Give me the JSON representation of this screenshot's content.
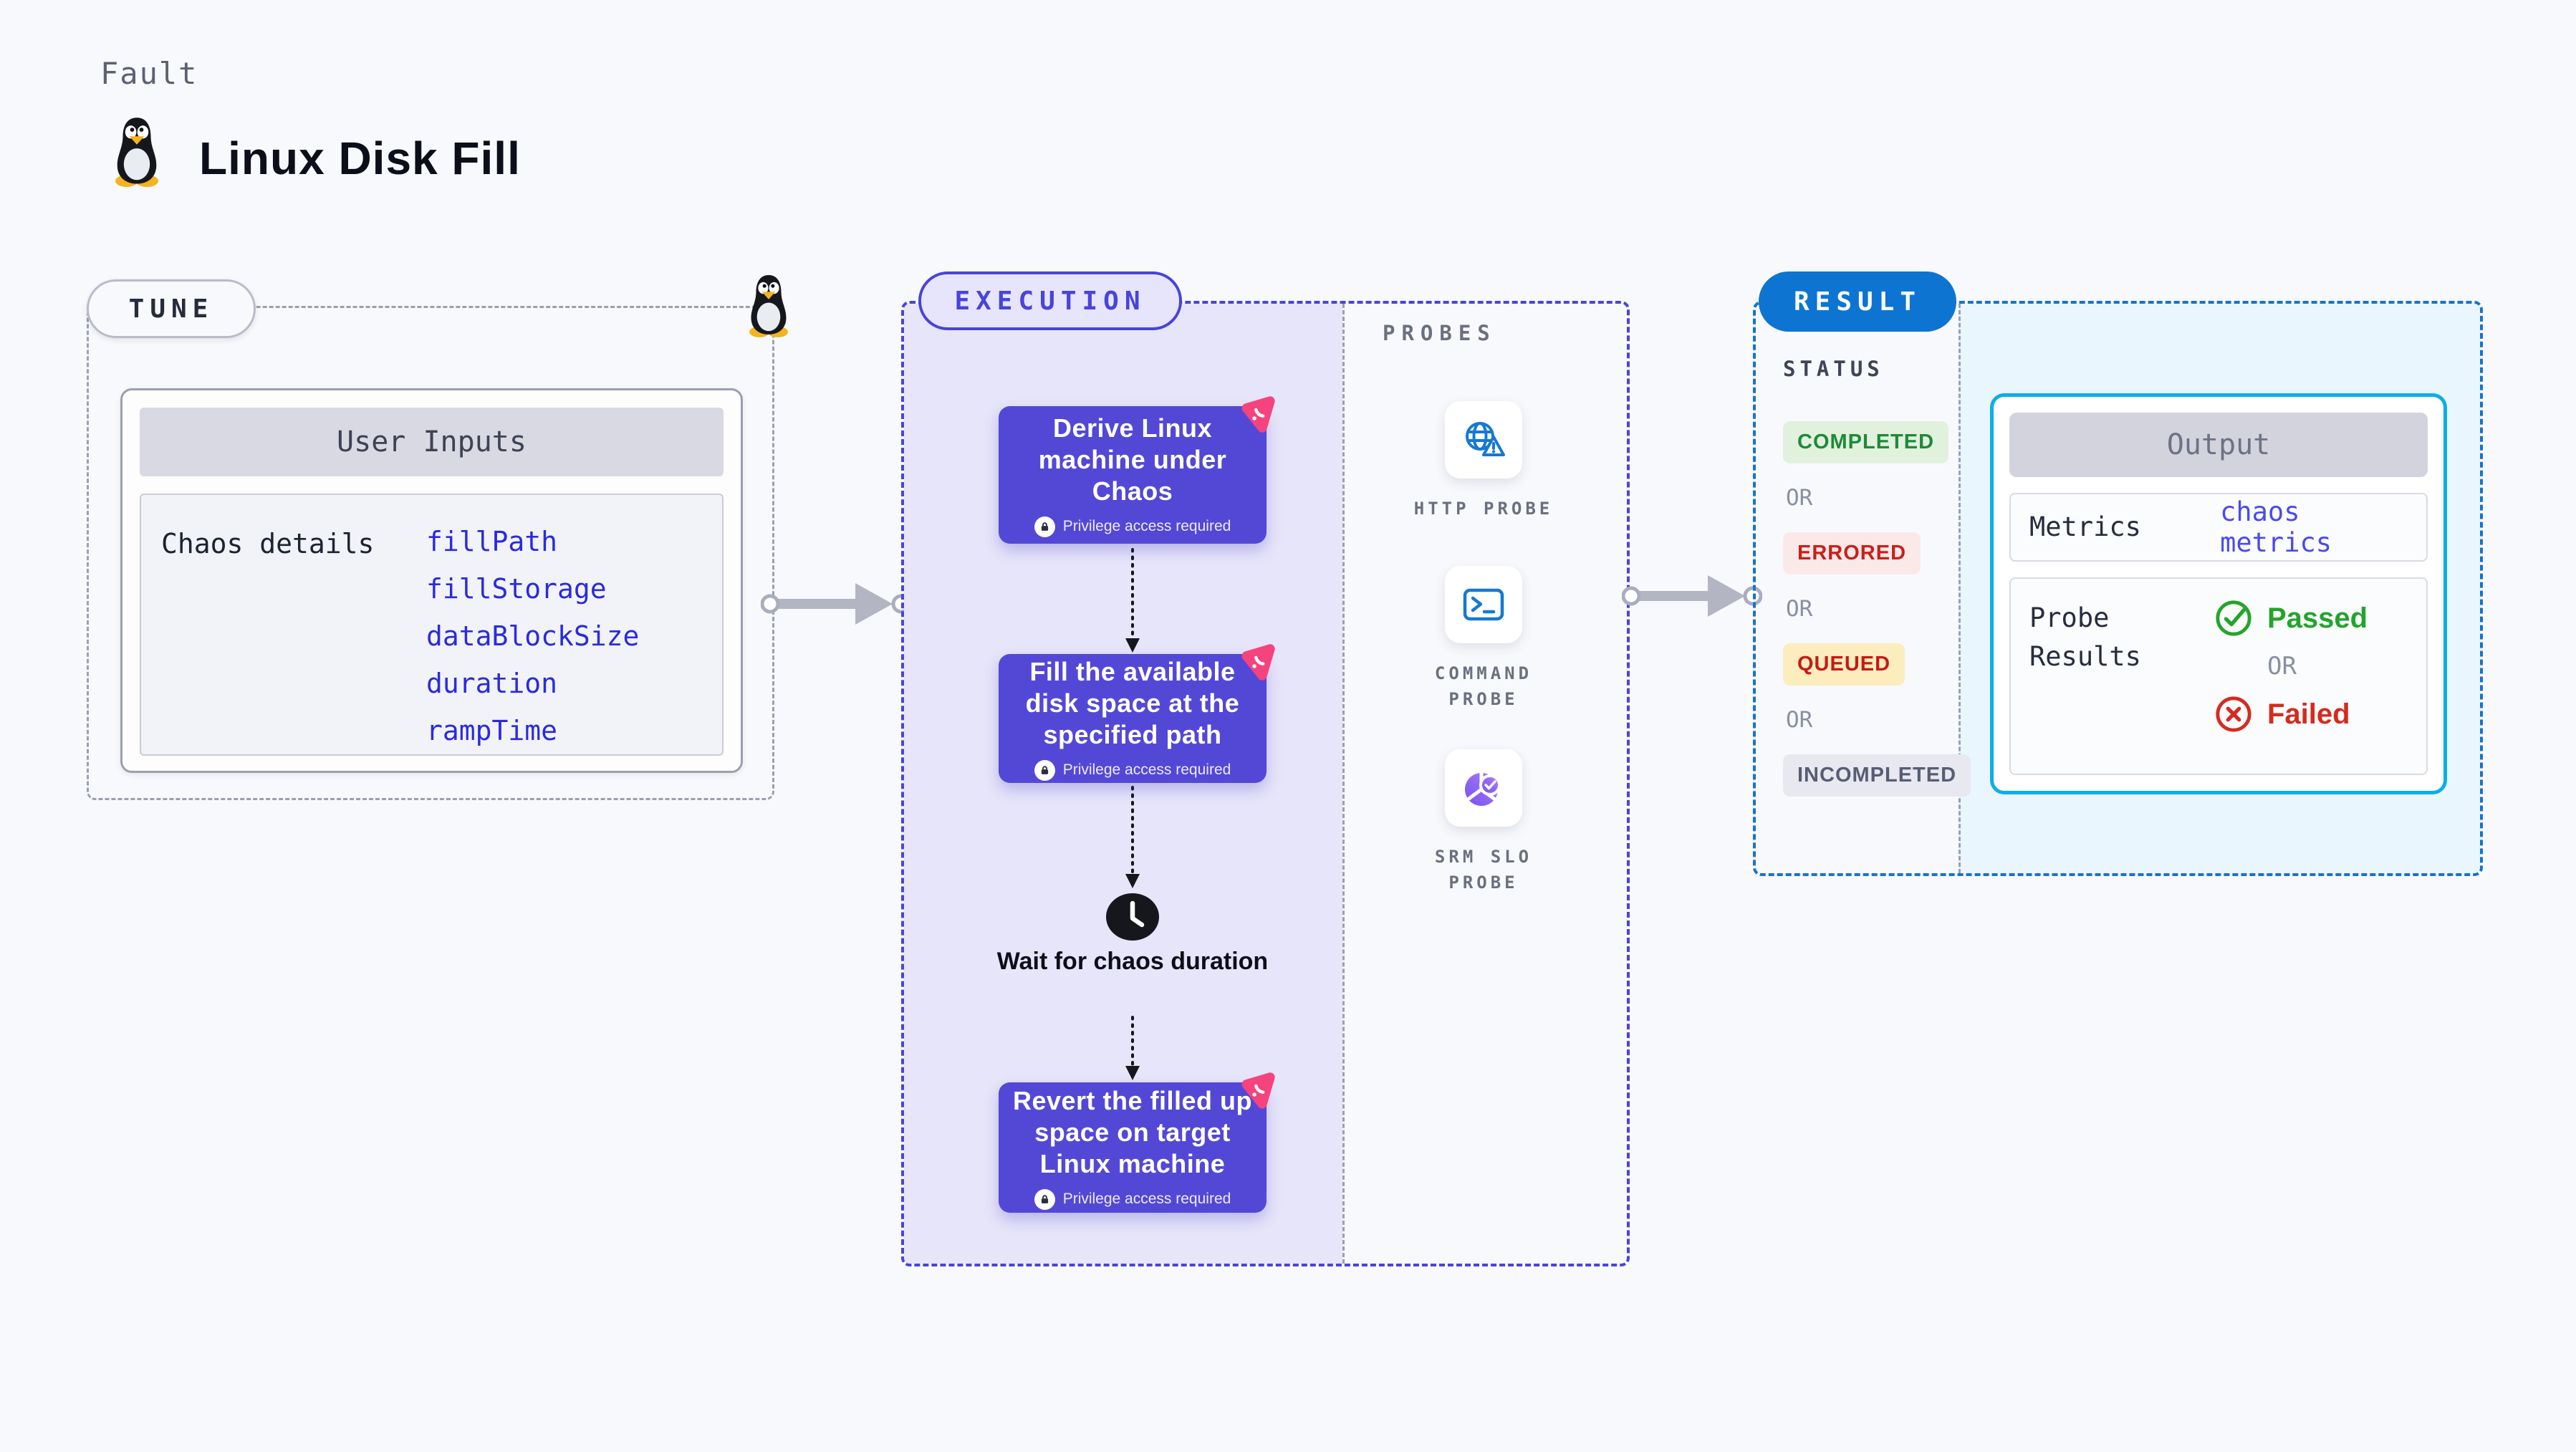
{
  "header": {
    "kicker": "Fault",
    "title": "Linux Disk Fill"
  },
  "tune": {
    "label": "TUNE",
    "card_title": "User Inputs",
    "row_label": "Chaos details",
    "inputs": [
      "fillPath",
      "fillStorage",
      "dataBlockSize",
      "duration",
      "rampTime"
    ]
  },
  "execution": {
    "label": "EXECUTION",
    "privilege_label": "Privilege access required",
    "wait_label": "Wait for chaos duration",
    "steps": [
      {
        "title": "Derive Linux machine under Chaos"
      },
      {
        "title": "Fill the available disk space at the specified path"
      },
      {
        "title": "Revert the filled up space on target Linux machine"
      }
    ]
  },
  "probes": {
    "label": "PROBES",
    "items": [
      {
        "name": "HTTP PROBE",
        "icon": "globe-warning-icon"
      },
      {
        "name": "COMMAND PROBE",
        "icon": "terminal-icon"
      },
      {
        "name": "SRM SLO PROBE",
        "icon": "slo-donut-check-icon"
      }
    ]
  },
  "result": {
    "label": "RESULT",
    "status_title": "STATUS",
    "or_label": "OR",
    "statuses": [
      {
        "label": "COMPLETED",
        "bg": "#e1f1de",
        "color": "#1e8a39"
      },
      {
        "label": "ERRORED",
        "bg": "#fbe9e9",
        "color": "#c8201a"
      },
      {
        "label": "QUEUED",
        "bg": "#fcedbe",
        "color": "#c41b15"
      },
      {
        "label": "INCOMPLETED",
        "bg": "#e8e8f0",
        "color": "#575d73"
      }
    ],
    "output": {
      "title": "Output",
      "metrics_label": "Metrics",
      "metrics_value": "chaos metrics",
      "probe_results_label": "Probe Results",
      "passed_label": "Passed",
      "or_label": "OR",
      "failed_label": "Failed"
    }
  },
  "colors": {
    "page_bg": "#f8f9fc",
    "accent_indigo": "#4844dc",
    "flow_card_bg": "#5348d6",
    "flow_card_text": "#ffffff",
    "result_accent": "#0d74d1",
    "output_border": "#0cadea",
    "input_value": "#2a2ae0",
    "metrics_value": "#4a49f2",
    "passed": "#23a42c",
    "failed": "#d62a1e",
    "connector_gray": "#b3b5c3",
    "probe_icon_blue": "#1579d2",
    "logo_pink": "#f5437e",
    "execution_bg": "#e7e5f9",
    "result_bg": "#e9f6fd"
  }
}
